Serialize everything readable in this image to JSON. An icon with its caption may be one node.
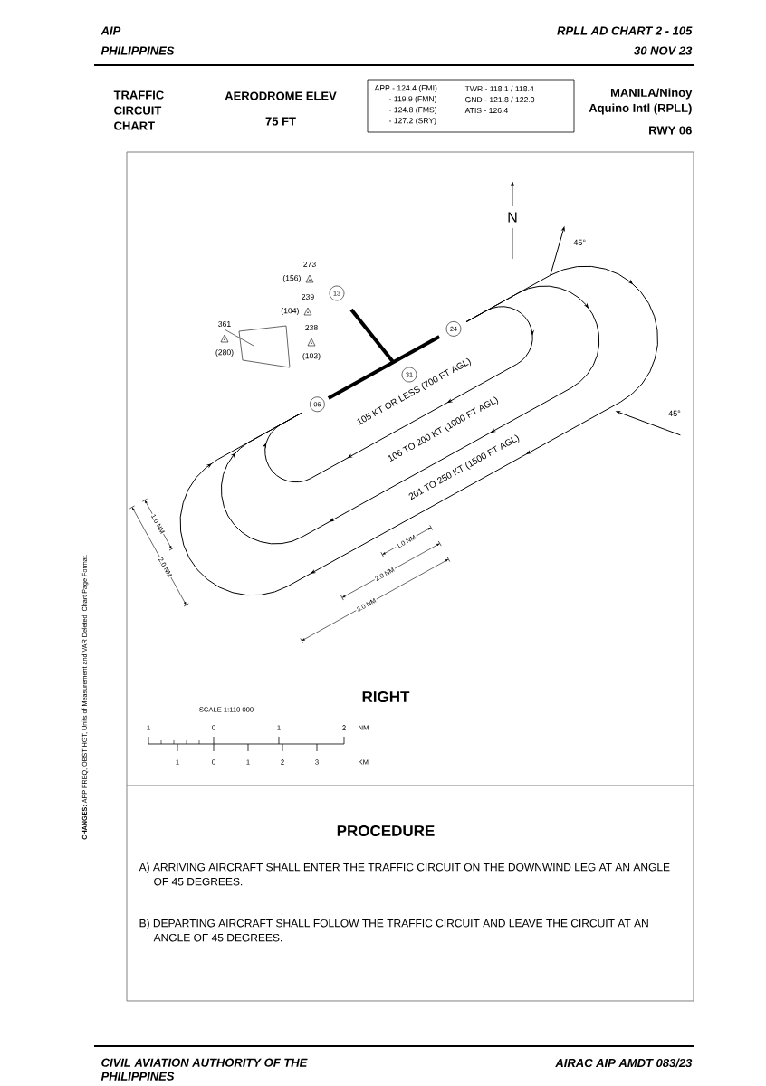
{
  "diagram": {
    "nodes": [
      {
        "text": [
          "13"
        ]
      },
      {
        "text": [
          "24"
        ]
      },
      {
        "text": [
          "31"
        ]
      },
      {
        "text": [
          "06"
        ]
      }
    ],
    "labels": [
      "AIP",
      "PHILIPPINES",
      "RPLL AD CHART 2 - 105",
      "30 NOV 23",
      "TRAFFIC CIRCUIT CHART",
      "AERODROME ELEV",
      "75 FT",
      "APP - 124.4 (FMI)",
      "- 119.9 (FMN)",
      "- 124.8 (FMS)",
      "- 127.2 (SRY)",
      "TWR - 118.1 / 118.4",
      "GND - 121.8 / 122.0",
      "ATIS - 126.4",
      "MANILA/Ninoy Aquino Intl (RPLL)",
      "RWY 06",
      "N",
      "273",
      "(156)",
      "239",
      "(104)",
      "361",
      "(280)",
      "238",
      "(103)",
      "45°",
      "45°",
      "105 KT OR LESS (700 FT AGL)",
      "106 TO 200 KT (1000 FT AGL)",
      "201 TO 250 KT (1500 FT AGL)",
      "1.0 NM",
      "2.0 NM",
      "1.0 NM",
      "2.0 NM",
      "3.0 NM",
      "RIGHT",
      "SCALE 1:110 000",
      "1",
      "0",
      "1",
      "2",
      "NM",
      "1",
      "0",
      "1",
      "2",
      "3",
      "KM",
      "PROCEDURE",
      "A) ARRIVING AIRCRAFT SHALL ENTER THE TRAFFIC CIRCUIT ON THE DOWNWIND LEG AT AN ANGLE OF 45 DEGREES.",
      "B) DEPARTING AIRCRAFT SHALL FOLLOW THE TRAFFIC CIRCUIT AND LEAVE THE CIRCUIT AT AN ANGLE OF 45 DEGREES.",
      "**CHANGES:** APP FREQ, OBST HGT, Units of Measurement and VAR Deleted, Chart Page Format.",
      "CIVIL AVIATION AUTHORITY OF THE PHILIPPINES",
      "AIRAC AIP AMDT 083/23"
    ]
  }
}
